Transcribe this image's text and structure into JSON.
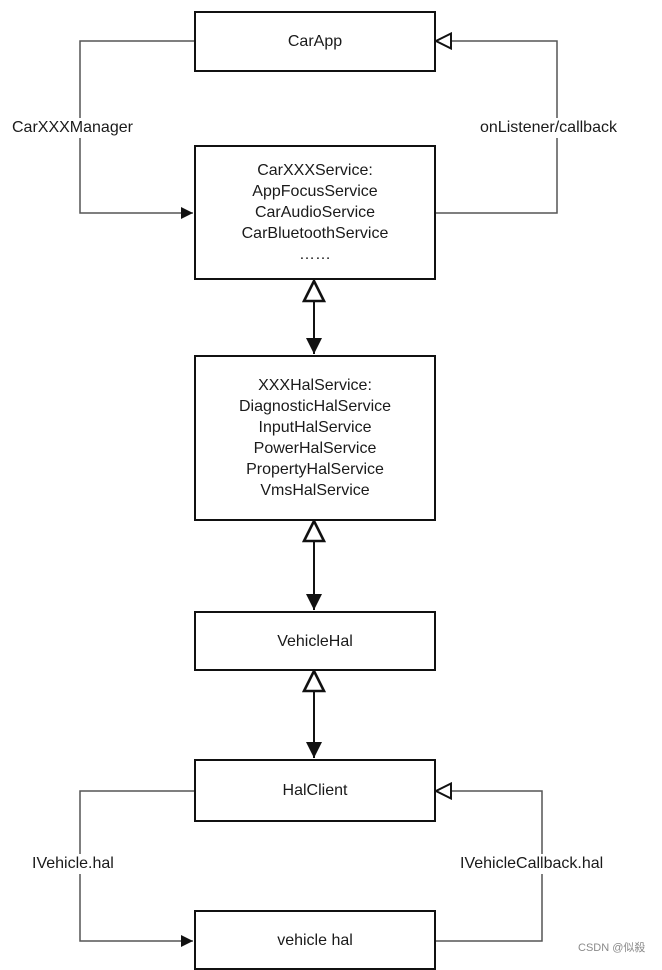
{
  "nodes": {
    "carapp": {
      "lines": [
        "CarApp"
      ]
    },
    "carservice": {
      "lines": [
        "CarXXXService:",
        "AppFocusService",
        "CarAudioService",
        "CarBluetoothService",
        "……"
      ]
    },
    "halservice": {
      "lines": [
        "XXXHalService:",
        "DiagnosticHalService",
        "InputHalService",
        "PowerHalService",
        "PropertyHalService",
        "VmsHalService"
      ]
    },
    "vehiclehal": {
      "lines": [
        "VehicleHal"
      ]
    },
    "halclient": {
      "lines": [
        "HalClient"
      ]
    },
    "vendorhal": {
      "lines": [
        "vehicle hal"
      ]
    }
  },
  "edges": {
    "manager": "CarXXXManager",
    "listener": "onListener/callback",
    "ivehicle": "IVehicle.hal",
    "callback": "IVehicleCallback.hal"
  },
  "watermark": "CSDN @似殺"
}
